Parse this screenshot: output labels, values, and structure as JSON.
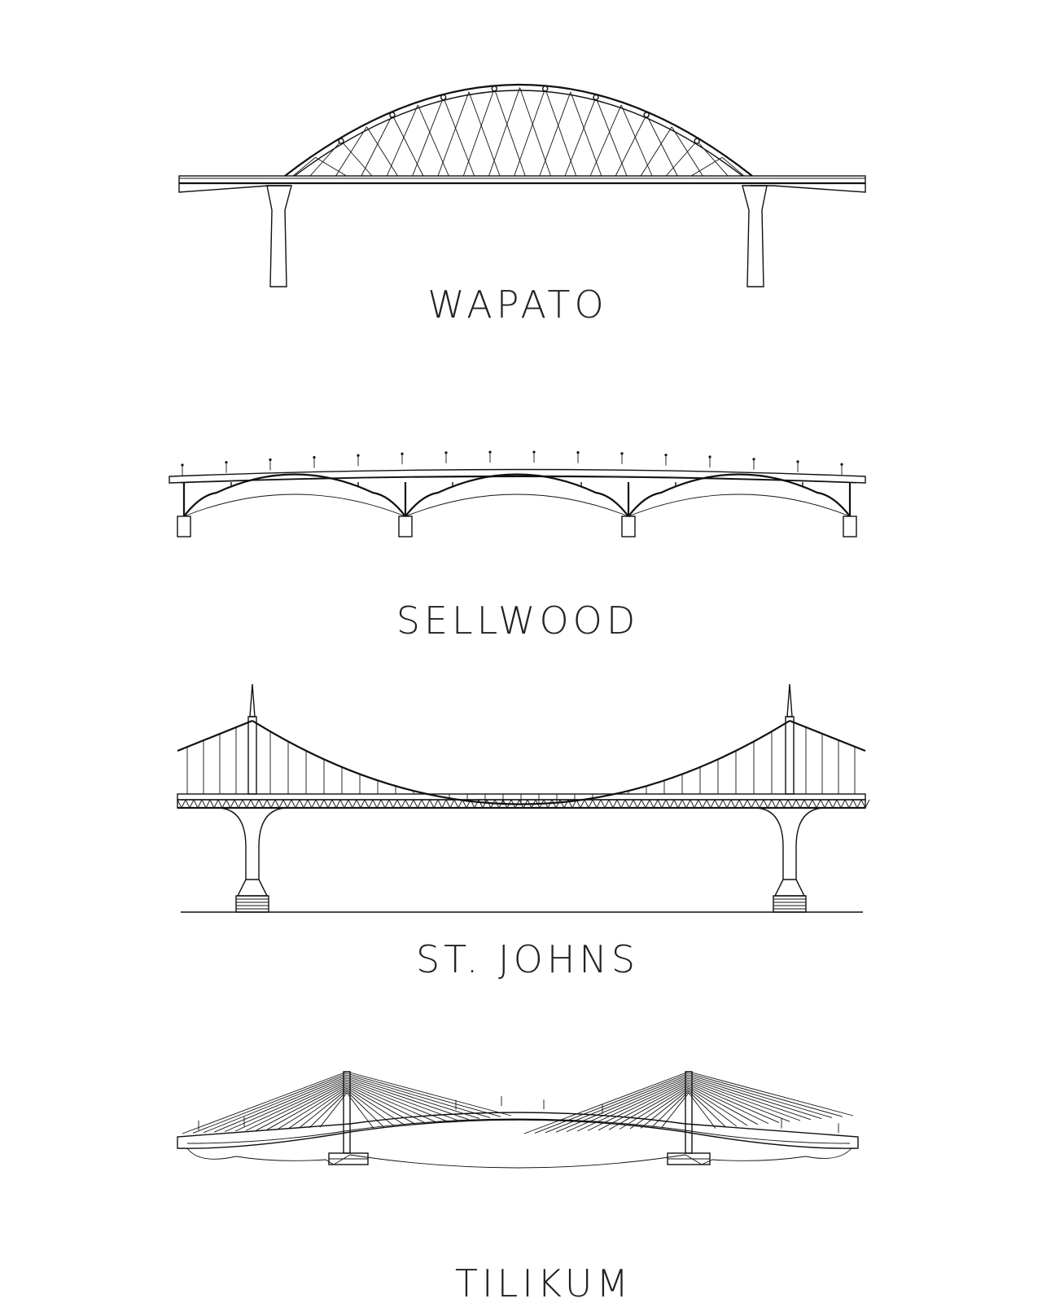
{
  "bridges": [
    {
      "name": "WAPATO",
      "icon": "tied-arch-bridge-elevation"
    },
    {
      "name": "SELLWOOD",
      "icon": "continuous-arch-bridge-elevation"
    },
    {
      "name": "ST. JOHNS",
      "icon": "suspension-bridge-elevation"
    },
    {
      "name": "TILIKUM",
      "icon": "cable-stayed-bridge-elevation"
    }
  ]
}
